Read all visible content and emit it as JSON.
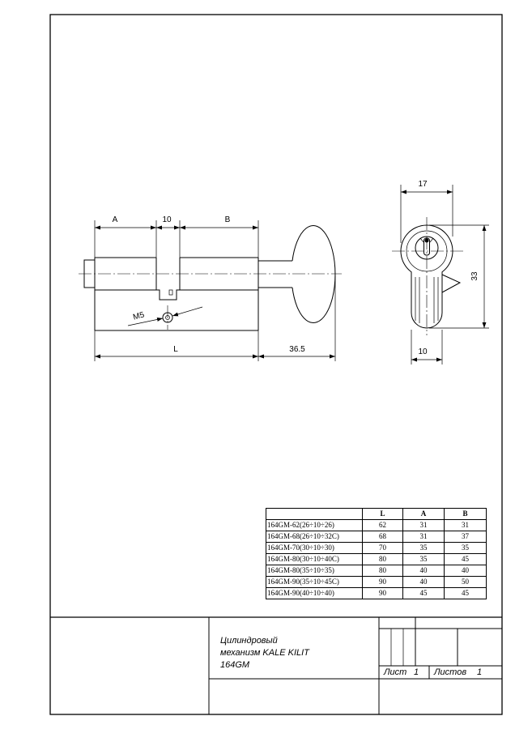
{
  "side_view": {
    "dim_a": "A",
    "dim_cam": "10",
    "dim_b": "B",
    "dim_screw": "M5",
    "dim_length": "L",
    "dim_key": "36.5"
  },
  "end_view": {
    "dim_head": "17",
    "dim_height": "33",
    "dim_tail": "10"
  },
  "table": {
    "headers": {
      "L": "L",
      "A": "A",
      "B": "B"
    },
    "rows": [
      {
        "model": "164GM-62(26÷10÷26)",
        "L": "62",
        "A": "31",
        "B": "31"
      },
      {
        "model": "164GM-68(26÷10÷32C)",
        "L": "68",
        "A": "31",
        "B": "37"
      },
      {
        "model": "164GM-70(30÷10÷30)",
        "L": "70",
        "A": "35",
        "B": "35"
      },
      {
        "model": "164GM-80(30÷10÷40C)",
        "L": "80",
        "A": "35",
        "B": "45"
      },
      {
        "model": "164GM-80(35÷10÷35)",
        "L": "80",
        "A": "40",
        "B": "40"
      },
      {
        "model": "164GM-90(35÷10÷45C)",
        "L": "90",
        "A": "40",
        "B": "50"
      },
      {
        "model": "164GM-90(40÷10÷40)",
        "L": "90",
        "A": "45",
        "B": "45"
      }
    ]
  },
  "title_block": {
    "title": [
      "Цилиндровый",
      "механизм KALE KILIT",
      "164GM"
    ],
    "sheet_label": "Лист",
    "sheet_number": "1",
    "sheets_label": "Листов",
    "sheets_count": "1"
  },
  "colors": {
    "ink": "#000000",
    "paper": "#ffffff"
  }
}
